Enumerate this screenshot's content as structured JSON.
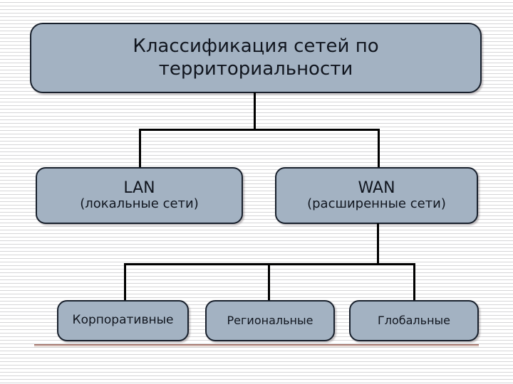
{
  "diagram": {
    "title_line1": "Классификация сетей по",
    "title_line2": "территориальности",
    "nodes": {
      "lan": {
        "line1": "LAN",
        "line2": "(локальные сети)"
      },
      "wan": {
        "line1": "WAN",
        "line2": "(расширенные сети)"
      },
      "corporate": "Корпоративные",
      "regional": "Региональные",
      "global": "Глобальные"
    },
    "colors": {
      "node_fill": "#a3b2c2",
      "node_border": "#18202c",
      "connector": "#000000",
      "text": "#11161f",
      "footer_rule": "#8a4a3c",
      "background": "#ffffff",
      "background_stripe": "#d6d6d8"
    }
  }
}
